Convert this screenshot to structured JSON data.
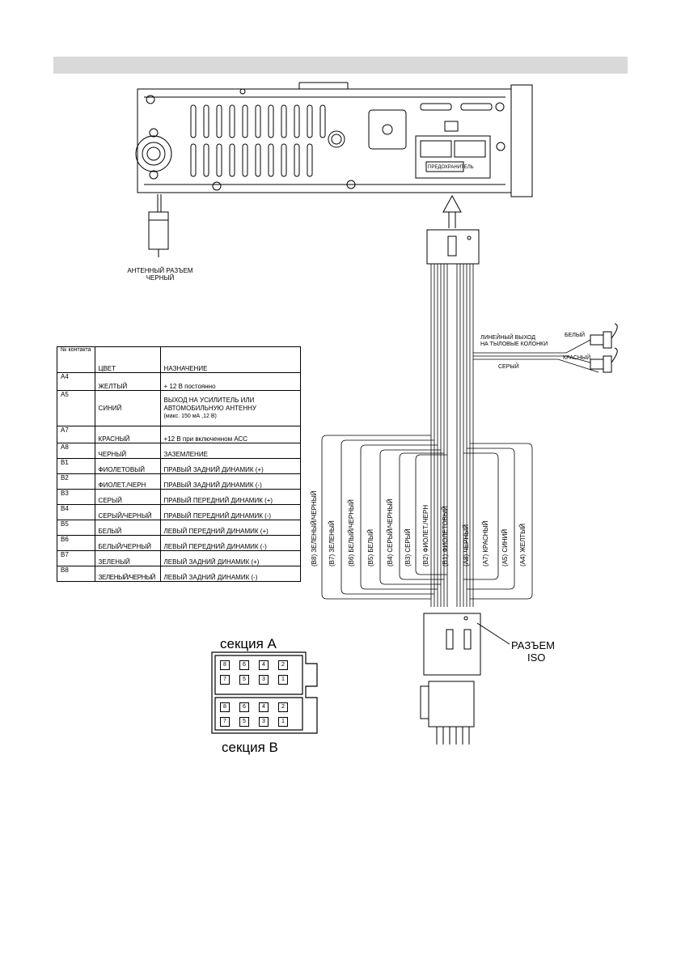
{
  "header": {
    "bar_color": "#d9d9d9"
  },
  "antenna": {
    "label_line1": "АНТЕННЫЙ РАЗЪЕМ",
    "label_line2": "ЧЕРНЫЙ"
  },
  "fuse": {
    "label": "ПРЕДОХРАНИТЕЛЬ"
  },
  "line_out": {
    "label_line1": "ЛИНЕЙНЫЙ ВЫХОД",
    "label_line2": "НА ТЫЛОВЫЕ КОЛОНКИ",
    "white": "БЕЛЫЙ",
    "red": "КРАСНЫЙ",
    "gray": "СЕРЫЙ"
  },
  "pin_table": {
    "headers": {
      "pin": "№ контакта",
      "color": "ЦВЕТ",
      "purpose": "НАЗНАЧЕНИЕ"
    },
    "rows": [
      {
        "pin": "A4",
        "color": "ЖЕЛТЫЙ",
        "purpose": "+ 12 В постоянно"
      },
      {
        "pin": "A5",
        "color": "СИНИЙ",
        "purpose": "ВЫХОД НА УСИЛИТЕЛЬ ИЛИ АВТОМОБИЛЬНУЮ АНТЕННУ",
        "purpose_note": "(макс. 150 мА ,12 В)"
      },
      {
        "pin": "A7",
        "color": "КРАСНЫЙ",
        "purpose": "+12 В при включенном АСС"
      },
      {
        "pin": "A8",
        "color": "ЧЕРНЫЙ",
        "purpose": "ЗАЗЕМЛЕНИЕ"
      },
      {
        "pin": "B1",
        "color": "ФИОЛЕТОВЫЙ",
        "purpose": "ПРАВЫЙ ЗАДНИЙ ДИНАМИК (+)"
      },
      {
        "pin": "B2",
        "color": "ФИОЛЕТ./ЧЕРН",
        "purpose": "ПРАВЫЙ ЗАДНИЙ ДИНАМИК (-)"
      },
      {
        "pin": "B3",
        "color": "СЕРЫЙ",
        "purpose": "ПРАВЫЙ ПЕРЕДНИЙ ДИНАМИК (+)"
      },
      {
        "pin": "B4",
        "color": "СЕРЫЙ/ЧЕРНЫЙ",
        "purpose": "ПРАВЫЙ ПЕРЕДНИЙ ДИНАМИК (-)"
      },
      {
        "pin": "B5",
        "color": "БЕЛЫЙ",
        "purpose": "ЛЕВЫЙ ПЕРЕДНИЙ ДИНАМИК (+)"
      },
      {
        "pin": "B6",
        "color": "БЕЛЫЙ/ЧЕРНЫЙ",
        "purpose": "ЛЕВЫЙ ПЕРЕДНИЙ ДИНАМИК (-)"
      },
      {
        "pin": "B7",
        "color": "ЗЕЛЕНЫЙ",
        "purpose": "ЛЕВЫЙ ЗАДНИЙ ДИНАМИК (+)"
      },
      {
        "pin": "B8",
        "color": "ЗЕЛЕНЫЙ/ЧЕРНЫЙ",
        "purpose": "ЛЕВЫЙ ЗАДНИЙ ДИНАМИК (-)"
      }
    ]
  },
  "wire_labels": [
    "(B8)  ЗЕЛЕНЫЙ/ЧЕРНЫЙ",
    "(B7)  ЗЕЛЕНЫЙ",
    "(B6)  БЕЛЫЙ/ЧЕРНЫЙ",
    "(B5)  БЕЛЫЙ",
    "(B4)  СЕРЫЙ/ЧЕРНЫЙ",
    "(B3)  СЕРЫЙ",
    "(B2)  ФИОЛЕТ./ЧЕРН",
    "(B1)  ФИОЛЕТОВЫЙ",
    "(A8)  ЧЕРНЫЙ",
    "(A7)  КРАСНЫЙ",
    "(A5)  СИНИЙ",
    "(A4)  ЖЕЛТЫЙ"
  ],
  "iso": {
    "label_line1": "РАЗЪЕМ",
    "label_line2": "ISO"
  },
  "sections": {
    "a": "секция А",
    "b": "секция В"
  },
  "section_pins_top": [
    "8",
    "6",
    "4",
    "2",
    "7",
    "5",
    "3",
    "1"
  ],
  "section_pins_bottom": [
    "8",
    "6",
    "4",
    "2",
    "7",
    "5",
    "3",
    "1"
  ]
}
